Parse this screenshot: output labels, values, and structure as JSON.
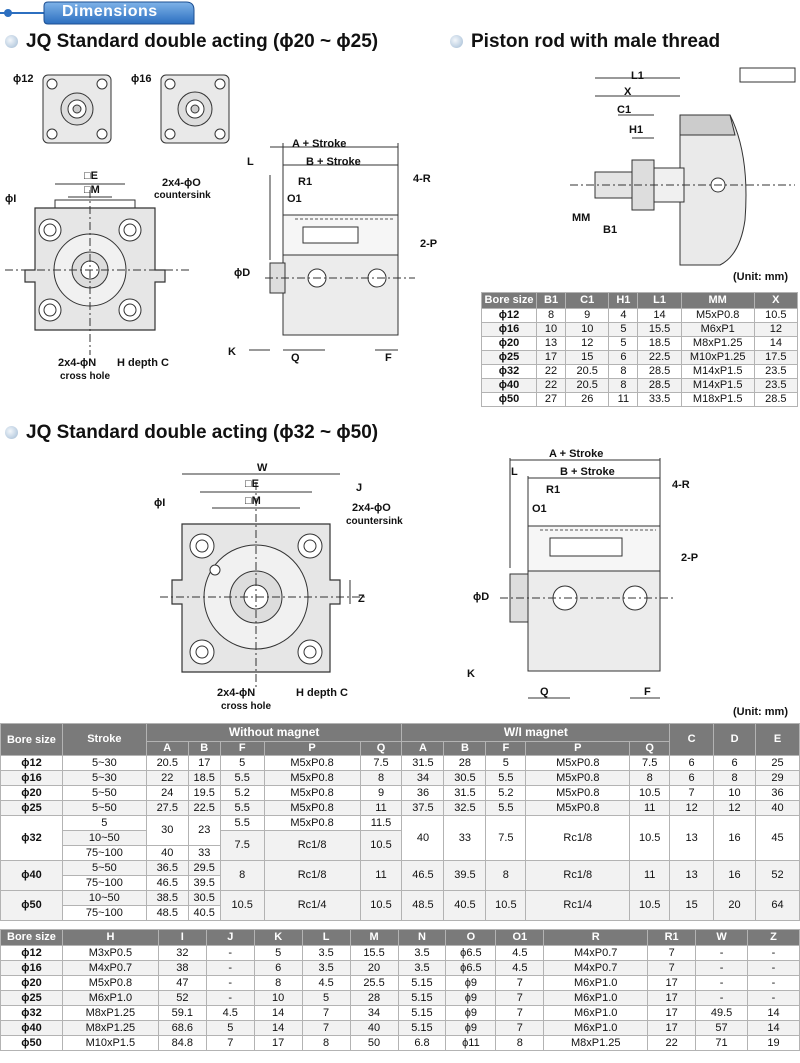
{
  "header": {
    "tab_label": "Dimensions"
  },
  "sections": {
    "small": "JQ Standard double acting (ϕ20 ~ ϕ25)",
    "piston": "Piston rod with male thread",
    "large": "JQ Standard double acting (ϕ32 ~ ϕ50)"
  },
  "unit_label": "(Unit: mm)",
  "diagram_labels": {
    "phi12": "ϕ12",
    "phi16": "ϕ16",
    "E": "□E",
    "M": "□M",
    "phiI": "ϕI",
    "O": "2x4-ϕO",
    "countersink": "countersink",
    "N": "2x4-ϕN",
    "crosshole": "cross hole",
    "hdepth": "H depth C",
    "astroke": "A + Stroke",
    "bstroke": "B + Stroke",
    "L": "L",
    "R1": "R1",
    "O1": "O1",
    "fourR": "4-R",
    "twoP": "2-P",
    "phiD": "ϕD",
    "K": "K",
    "Q": "Q",
    "F": "F",
    "W": "W",
    "J": "J",
    "Z": "Z",
    "L1": "L1",
    "X": "X",
    "C1": "C1",
    "H1": "H1",
    "MM": "MM",
    "B1": "B1"
  },
  "piston_table": {
    "headers": [
      "Bore size",
      "B1",
      "C1",
      "H1",
      "L1",
      "MM",
      "X"
    ],
    "rows": [
      [
        "ϕ12",
        "8",
        "9",
        "4",
        "14",
        "M5xP0.8",
        "10.5"
      ],
      [
        "ϕ16",
        "10",
        "10",
        "5",
        "15.5",
        "M6xP1",
        "12"
      ],
      [
        "ϕ20",
        "13",
        "12",
        "5",
        "18.5",
        "M8xP1.25",
        "14"
      ],
      [
        "ϕ25",
        "17",
        "15",
        "6",
        "22.5",
        "M10xP1.25",
        "17.5"
      ],
      [
        "ϕ32",
        "22",
        "20.5",
        "8",
        "28.5",
        "M14xP1.5",
        "23.5"
      ],
      [
        "ϕ40",
        "22",
        "20.5",
        "8",
        "28.5",
        "M14xP1.5",
        "23.5"
      ],
      [
        "ϕ50",
        "27",
        "26",
        "11",
        "33.5",
        "M18xP1.5",
        "28.5"
      ]
    ]
  },
  "main_table": {
    "h_bore": "Bore size",
    "h_stroke": "Stroke",
    "h_without": "Without magnet",
    "h_with": "W/I magnet",
    "h_sub": [
      "A",
      "B",
      "F",
      "P",
      "Q"
    ],
    "h_C": "C",
    "h_D": "D",
    "h_E": "E",
    "r12": [
      "ϕ12",
      "5~30",
      "20.5",
      "17",
      "5",
      "M5xP0.8",
      "7.5",
      "31.5",
      "28",
      "5",
      "M5xP0.8",
      "7.5",
      "6",
      "6",
      "25"
    ],
    "r16": [
      "ϕ16",
      "5~30",
      "22",
      "18.5",
      "5.5",
      "M5xP0.8",
      "8",
      "34",
      "30.5",
      "5.5",
      "M5xP0.8",
      "8",
      "6",
      "8",
      "29"
    ],
    "r20": [
      "ϕ20",
      "5~50",
      "24",
      "19.5",
      "5.2",
      "M5xP0.8",
      "9",
      "36",
      "31.5",
      "5.2",
      "M5xP0.8",
      "10.5",
      "7",
      "10",
      "36"
    ],
    "r25": [
      "ϕ25",
      "5~50",
      "27.5",
      "22.5",
      "5.5",
      "M5xP0.8",
      "11",
      "37.5",
      "32.5",
      "5.5",
      "M5xP0.8",
      "11",
      "12",
      "12",
      "40"
    ],
    "r32": {
      "bore": "ϕ32",
      "s1": "5",
      "s2": "10~50",
      "s3": "75~100",
      "A12": "30",
      "B12": "23",
      "A3": "40",
      "B3": "33",
      "F1": "5.5",
      "P1": "M5xP0.8",
      "Q1": "11.5",
      "F2": "7.5",
      "P2": "Rc1/8",
      "Q2": "10.5",
      "wA": "40",
      "wB": "33",
      "wF": "7.5",
      "wP": "Rc1/8",
      "wQ": "10.5",
      "C": "13",
      "D": "16",
      "E": "45"
    },
    "r40": {
      "bore": "ϕ40",
      "s1": "5~50",
      "s2": "75~100",
      "A1": "36.5",
      "B1": "29.5",
      "A2": "46.5",
      "B2": "39.5",
      "F": "8",
      "P": "Rc1/8",
      "Q": "11",
      "wA": "46.5",
      "wB": "39.5",
      "wF": "8",
      "wP": "Rc1/8",
      "wQ": "11",
      "C": "13",
      "D": "16",
      "E": "52"
    },
    "r50": {
      "bore": "ϕ50",
      "s1": "10~50",
      "s2": "75~100",
      "A1": "38.5",
      "B1": "30.5",
      "A2": "48.5",
      "B2": "40.5",
      "F": "10.5",
      "P": "Rc1/4",
      "Q": "10.5",
      "wA": "48.5",
      "wB": "40.5",
      "wF": "10.5",
      "wP": "Rc1/4",
      "wQ": "10.5",
      "C": "15",
      "D": "20",
      "E": "64"
    }
  },
  "bottom_table": {
    "headers": [
      "Bore size",
      "H",
      "I",
      "J",
      "K",
      "L",
      "M",
      "N",
      "O",
      "O1",
      "R",
      "R1",
      "W",
      "Z"
    ],
    "rows": [
      [
        "ϕ12",
        "M3xP0.5",
        "32",
        "-",
        "5",
        "3.5",
        "15.5",
        "3.5",
        "ϕ6.5",
        "4.5",
        "M4xP0.7",
        "7",
        "-",
        "-"
      ],
      [
        "ϕ16",
        "M4xP0.7",
        "38",
        "-",
        "6",
        "3.5",
        "20",
        "3.5",
        "ϕ6.5",
        "4.5",
        "M4xP0.7",
        "7",
        "-",
        "-"
      ],
      [
        "ϕ20",
        "M5xP0.8",
        "47",
        "-",
        "8",
        "4.5",
        "25.5",
        "5.15",
        "ϕ9",
        "7",
        "M6xP1.0",
        "17",
        "-",
        "-"
      ],
      [
        "ϕ25",
        "M6xP1.0",
        "52",
        "-",
        "10",
        "5",
        "28",
        "5.15",
        "ϕ9",
        "7",
        "M6xP1.0",
        "17",
        "-",
        "-"
      ],
      [
        "ϕ32",
        "M8xP1.25",
        "59.1",
        "4.5",
        "14",
        "7",
        "34",
        "5.15",
        "ϕ9",
        "7",
        "M6xP1.0",
        "17",
        "49.5",
        "14"
      ],
      [
        "ϕ40",
        "M8xP1.25",
        "68.6",
        "5",
        "14",
        "7",
        "40",
        "5.15",
        "ϕ9",
        "7",
        "M6xP1.0",
        "17",
        "57",
        "14"
      ],
      [
        "ϕ50",
        "M10xP1.5",
        "84.8",
        "7",
        "17",
        "8",
        "50",
        "6.8",
        "ϕ11",
        "8",
        "M8xP1.25",
        "22",
        "71",
        "19"
      ]
    ]
  }
}
